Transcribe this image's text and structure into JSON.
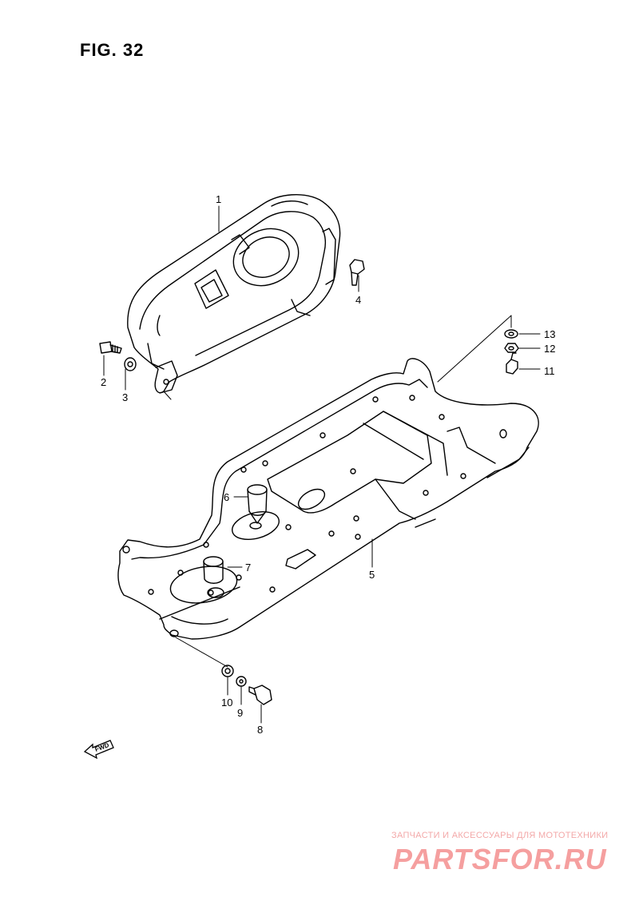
{
  "figure": {
    "title": "FIG. 32"
  },
  "callouts": [
    {
      "id": "1",
      "label": "1"
    },
    {
      "id": "2",
      "label": "2"
    },
    {
      "id": "3",
      "label": "3"
    },
    {
      "id": "4",
      "label": "4"
    },
    {
      "id": "5",
      "label": "5"
    },
    {
      "id": "6",
      "label": "6"
    },
    {
      "id": "7",
      "label": "7"
    },
    {
      "id": "8",
      "label": "8"
    },
    {
      "id": "9",
      "label": "9"
    },
    {
      "id": "10",
      "label": "10"
    },
    {
      "id": "11",
      "label": "11"
    },
    {
      "id": "12",
      "label": "12"
    },
    {
      "id": "13",
      "label": "13"
    }
  ],
  "direction_marker": {
    "label": "FWD"
  },
  "watermark": {
    "caption": "ЗАПЧАСТИ И АКСЕССУАРЫ ДЛЯ МОТОТЕХНИКИ",
    "logo": "PARTSFOR.RU"
  },
  "colors": {
    "line": "#000000",
    "watermark": "#f59f9f",
    "background": "#ffffff"
  }
}
